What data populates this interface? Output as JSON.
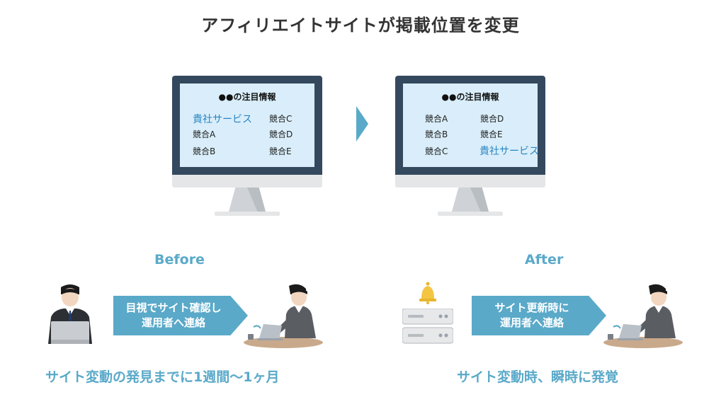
{
  "title": "アフィリエイトサイトが掲載位置を変更",
  "before_screen": {
    "heading": "●●の注目情報",
    "items": {
      "r1c1": "貴社サービス",
      "r1c2": "競合C",
      "r2c1": "競合A",
      "r2c2": "競合D",
      "r3c1": "競合B",
      "r3c2": "競合E"
    }
  },
  "after_screen": {
    "heading": "●●の注目情報",
    "items": {
      "r1c1": "競合A",
      "r1c2": "競合D",
      "r2c1": "競合B",
      "r2c2": "競合E",
      "r3c1": "競合C",
      "r3c2": "貴社サービス"
    }
  },
  "before": {
    "label": "Before",
    "banner_line1": "目視でサイト確認し",
    "banner_line2": "運用者へ連絡",
    "caption": "サイト変動の発見までに1週間〜1ヶ月"
  },
  "after": {
    "label": "After",
    "banner_line1": "サイト更新時に",
    "banner_line2": "運用者へ連絡",
    "caption": "サイト変動時、瞬時に発覚"
  },
  "colors": {
    "accent": "#5aa9c9",
    "bezel": "#34495e",
    "screen": "#d9eefa",
    "highlight": "#2a84c2"
  },
  "icons": [
    "monitor-icon",
    "arrow-right-icon",
    "businessman-laptop-icon",
    "worker-desk-icon",
    "bell-icon",
    "server-icon"
  ]
}
